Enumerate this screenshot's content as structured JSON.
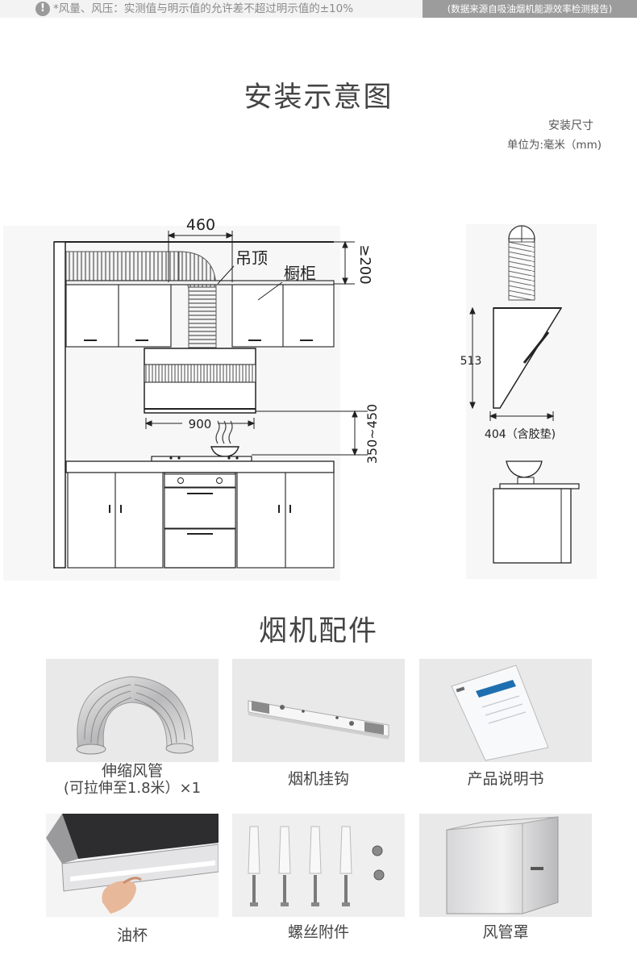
{
  "notice": {
    "icon": "!",
    "text": "*风量、风压：实测值与明示值的允许差不超过明示值的±10%",
    "source": "(数据来源自吸油烟机能源效率检测报告)"
  },
  "install": {
    "title": "安装示意图",
    "size_title": "安装尺寸",
    "size_unit": "单位为:毫米（mm)"
  },
  "dimensions": {
    "top_width": "460",
    "ceiling": "吊顶",
    "cabinet": "橱柜",
    "top_clearance": "≥200",
    "hood_width": "900",
    "hood_height": "350~450",
    "side_height": "513",
    "side_depth": "404（含胶垫)"
  },
  "accessories": {
    "title": "烟机配件",
    "items": [
      {
        "name": "伸缩风管",
        "note": "(可拉伸至1.8米）×1"
      },
      {
        "name": "烟机挂钩",
        "note": ""
      },
      {
        "name": "产品说明书",
        "note": ""
      },
      {
        "name": "油杯",
        "note": ""
      },
      {
        "name": "螺丝附件",
        "note": ""
      },
      {
        "name": "风管罩",
        "note": ""
      }
    ]
  }
}
